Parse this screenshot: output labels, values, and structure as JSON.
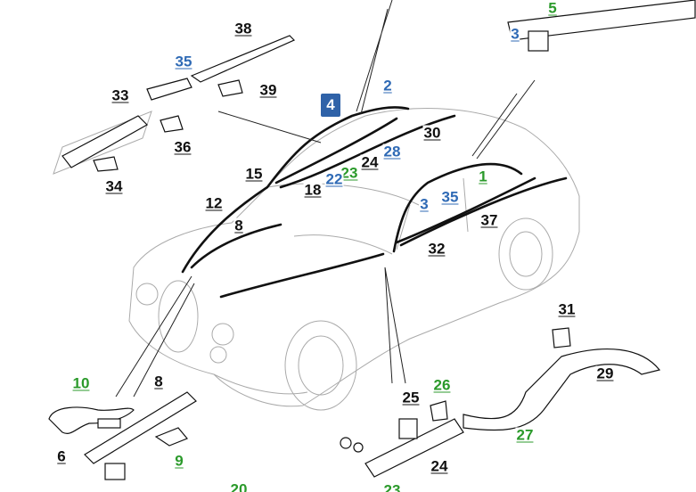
{
  "diagram": {
    "group_badge": "4",
    "callouts": [
      {
        "number": "38",
        "color": "black"
      },
      {
        "number": "35",
        "color": "blue"
      },
      {
        "number": "33",
        "color": "black"
      },
      {
        "number": "39",
        "color": "black"
      },
      {
        "number": "36",
        "color": "black"
      },
      {
        "number": "34",
        "color": "black"
      },
      {
        "number": "15",
        "color": "black"
      },
      {
        "number": "12",
        "color": "black"
      },
      {
        "number": "8",
        "color": "black"
      },
      {
        "number": "2",
        "color": "blue"
      },
      {
        "number": "30",
        "color": "black"
      },
      {
        "number": "28",
        "color": "blue"
      },
      {
        "number": "24",
        "color": "black"
      },
      {
        "number": "23",
        "color": "green"
      },
      {
        "number": "22",
        "color": "blue"
      },
      {
        "number": "18",
        "color": "black"
      },
      {
        "number": "1",
        "color": "green"
      },
      {
        "number": "3",
        "color": "blue"
      },
      {
        "number": "35",
        "color": "blue"
      },
      {
        "number": "37",
        "color": "black"
      },
      {
        "number": "32",
        "color": "black"
      },
      {
        "number": "5",
        "color": "green"
      },
      {
        "number": "3",
        "color": "blue"
      },
      {
        "number": "31",
        "color": "black"
      },
      {
        "number": "29",
        "color": "black"
      },
      {
        "number": "10",
        "color": "green"
      },
      {
        "number": "8",
        "color": "black"
      },
      {
        "number": "6",
        "color": "black"
      },
      {
        "number": "9",
        "color": "green"
      },
      {
        "number": "25",
        "color": "black"
      },
      {
        "number": "26",
        "color": "green"
      },
      {
        "number": "27",
        "color": "green"
      },
      {
        "number": "24",
        "color": "black"
      },
      {
        "number": "23",
        "color": "green"
      },
      {
        "number": "20",
        "color": "green"
      }
    ],
    "colors": {
      "black": "#111111",
      "blue": "#2f6ab5",
      "green": "#2b9a2b",
      "badge": "#2f62a8"
    }
  }
}
